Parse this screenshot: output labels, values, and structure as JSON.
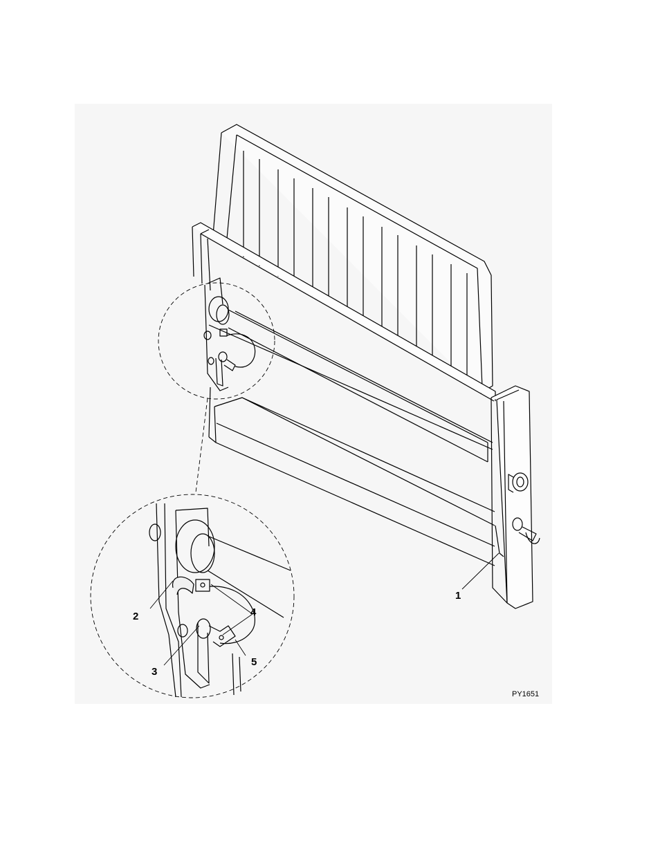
{
  "figure": {
    "callouts": {
      "c1": "1",
      "c2": "2",
      "c3": "3",
      "c4": "4",
      "c5": "5"
    },
    "code": "PY1651"
  },
  "colors": {
    "line": "#000000",
    "shade": "#f2f2f2"
  }
}
